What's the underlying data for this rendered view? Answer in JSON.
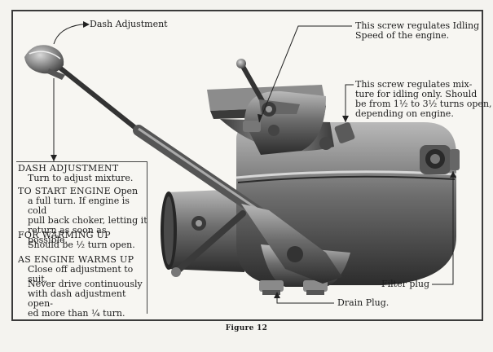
{
  "labels": {
    "dash_adjustment": "Dash Adjustment",
    "idle_speed_l1": "This screw regulates Idling",
    "idle_speed_l2": "Speed of the engine.",
    "mixture_l1": "This screw regulates mix-",
    "mixture_l2": "ture for idling only.  Should",
    "mixture_l3": "be from 1½ to 3½ turns open,",
    "mixture_l4": "depending on engine.",
    "filter_plug": "Filter plug",
    "drain_plug": "Drain Plug."
  },
  "instructions": [
    {
      "head": "DASH ADJUSTMENT",
      "body": [
        "Turn to adjust mixture."
      ]
    },
    {
      "head": "TO START ENGINE",
      "inline": "Open",
      "body": [
        "a full turn. If engine is cold",
        "pull back choker, letting it",
        "return as soon as possible."
      ]
    },
    {
      "head": "FOR WARMING UP",
      "body": [
        "Should be ½ turn open."
      ]
    },
    {
      "head": "AS ENGINE WARMS UP",
      "body": [
        "Close off adjustment to suit."
      ]
    },
    {
      "head": "",
      "body": [
        "Never drive continuously",
        "with dash adjustment open-",
        "ed more than ¼ turn."
      ]
    }
  ],
  "caption": "Figure 12"
}
